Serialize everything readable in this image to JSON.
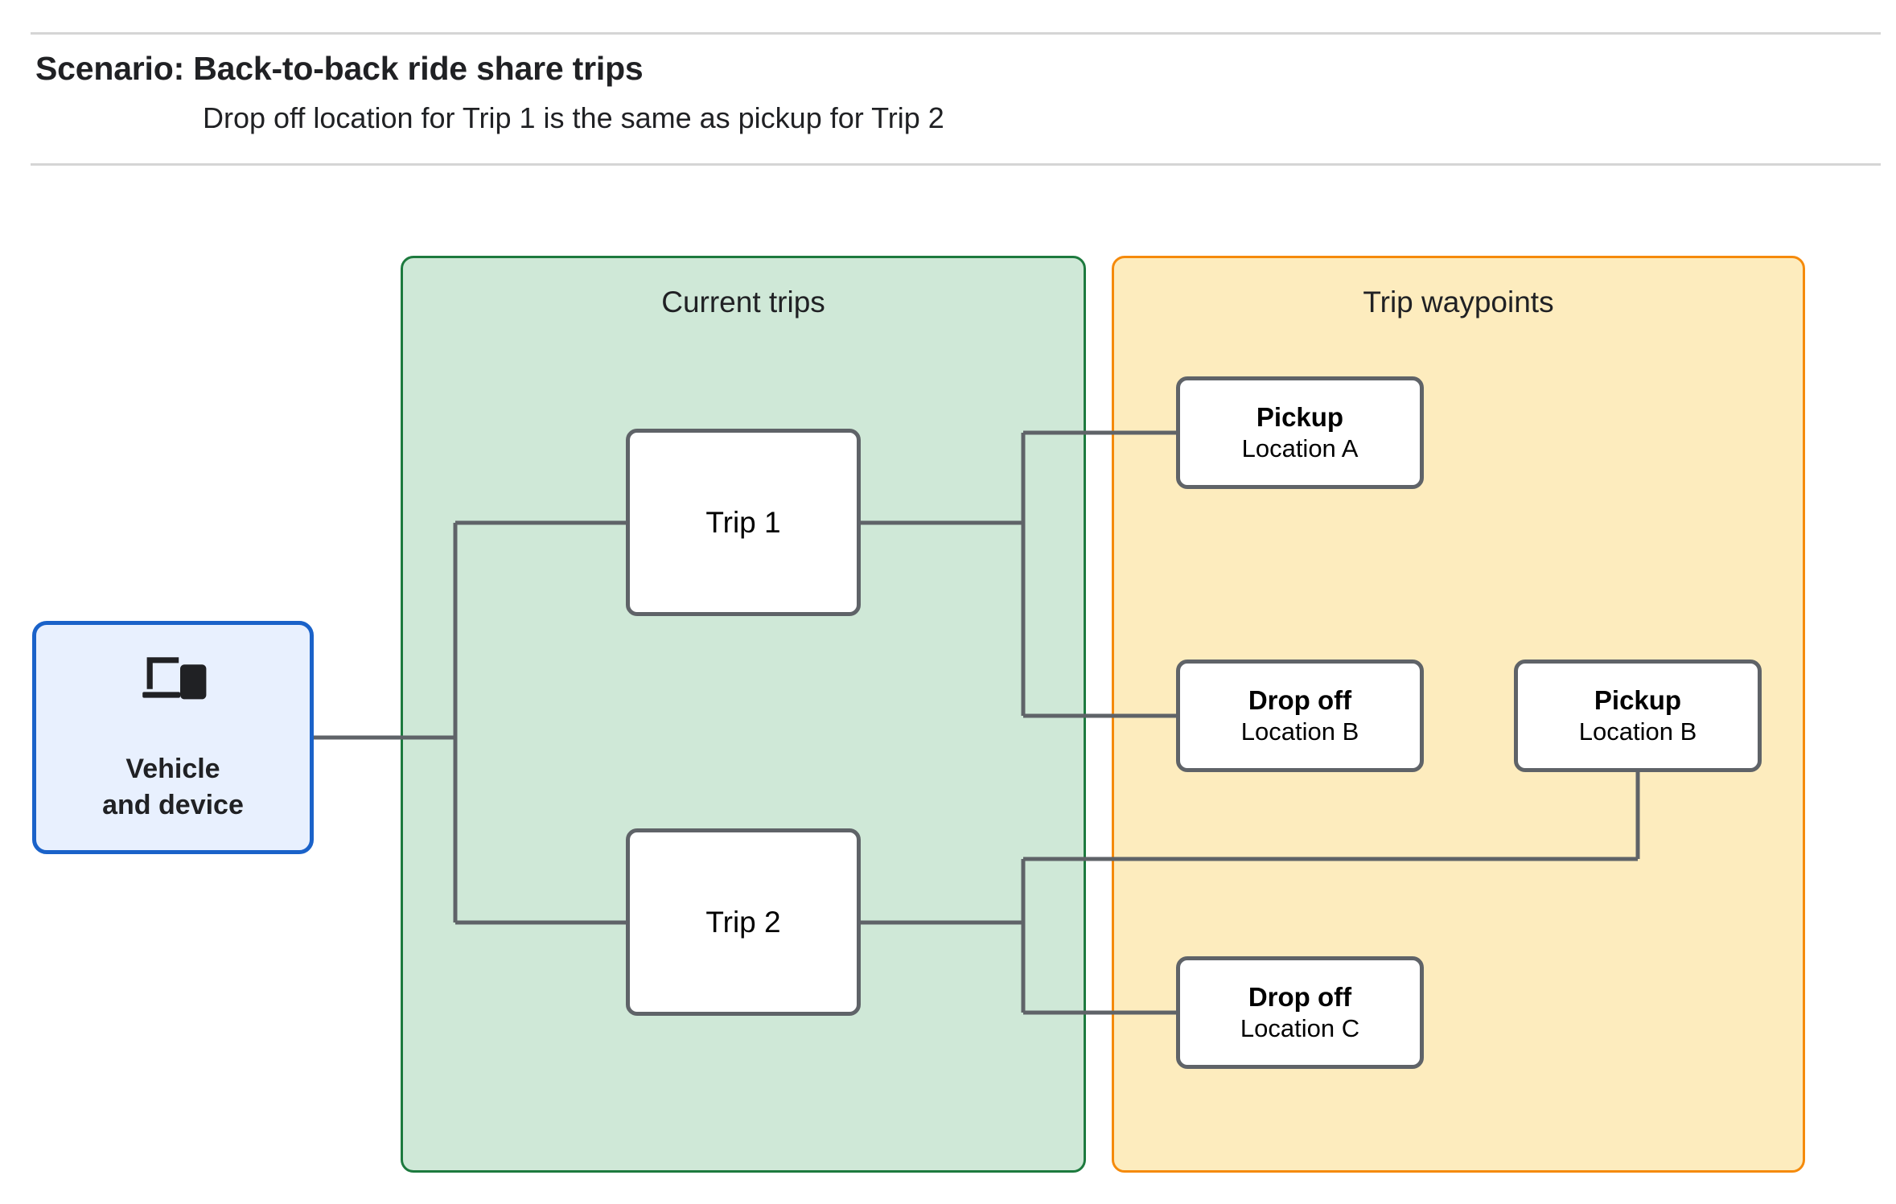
{
  "header": {
    "title": "Scenario: Back-to-back ride share trips",
    "subtitle": "Drop off  location for Trip 1 is the same as pickup for Trip 2"
  },
  "colors": {
    "current_trips_fill": "#cfe8d7",
    "current_trips_border": "#1d7a3e",
    "trip_waypoints_fill": "#fdecbe",
    "trip_waypoints_border": "#f58a0b",
    "vehicle_fill": "#e8f0fe",
    "vehicle_border": "#1a62c9",
    "node_border": "#5f6368",
    "connector": "#5f6368",
    "rule": "#d5d5d5"
  },
  "panels": {
    "current_trips": {
      "title": "Current trips"
    },
    "trip_waypoints": {
      "title": "Trip waypoints"
    }
  },
  "vehicle": {
    "label": "Vehicle\nand device",
    "icon": "laptop-and-phone-icon"
  },
  "trips": [
    {
      "id": "trip-1",
      "label": "Trip 1"
    },
    {
      "id": "trip-2",
      "label": "Trip 2"
    }
  ],
  "waypoints": [
    {
      "id": "pickup-a",
      "type": "Pickup",
      "location": "Location A"
    },
    {
      "id": "dropoff-b",
      "type": "Drop off",
      "location": "Location B"
    },
    {
      "id": "pickup-b",
      "type": "Pickup",
      "location": "Location B"
    },
    {
      "id": "dropoff-c",
      "type": "Drop off",
      "location": "Location C"
    }
  ],
  "connections": [
    {
      "from": "vehicle",
      "to": "trip-1"
    },
    {
      "from": "vehicle",
      "to": "trip-2"
    },
    {
      "from": "trip-1",
      "to": "pickup-a"
    },
    {
      "from": "trip-1",
      "to": "dropoff-b"
    },
    {
      "from": "trip-2",
      "to": "pickup-b"
    },
    {
      "from": "trip-2",
      "to": "dropoff-c"
    }
  ]
}
